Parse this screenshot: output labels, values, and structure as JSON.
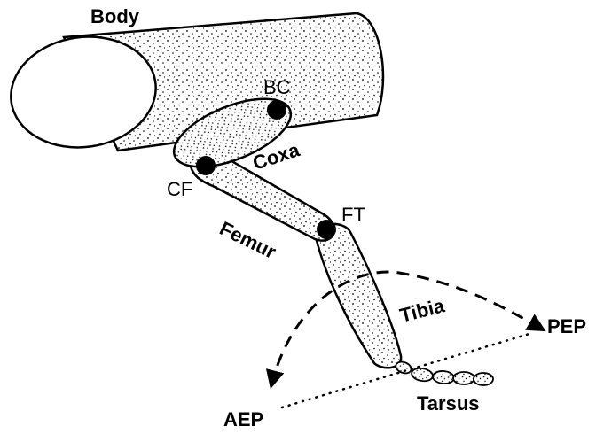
{
  "labels": {
    "body": "Body",
    "bc": "BC",
    "coxa": "Coxa",
    "cf": "CF",
    "ft": "FT",
    "femur": "Femur",
    "tibia": "Tibia",
    "pep": "PEP",
    "aep": "AEP",
    "tarsus": "Tarsus"
  }
}
